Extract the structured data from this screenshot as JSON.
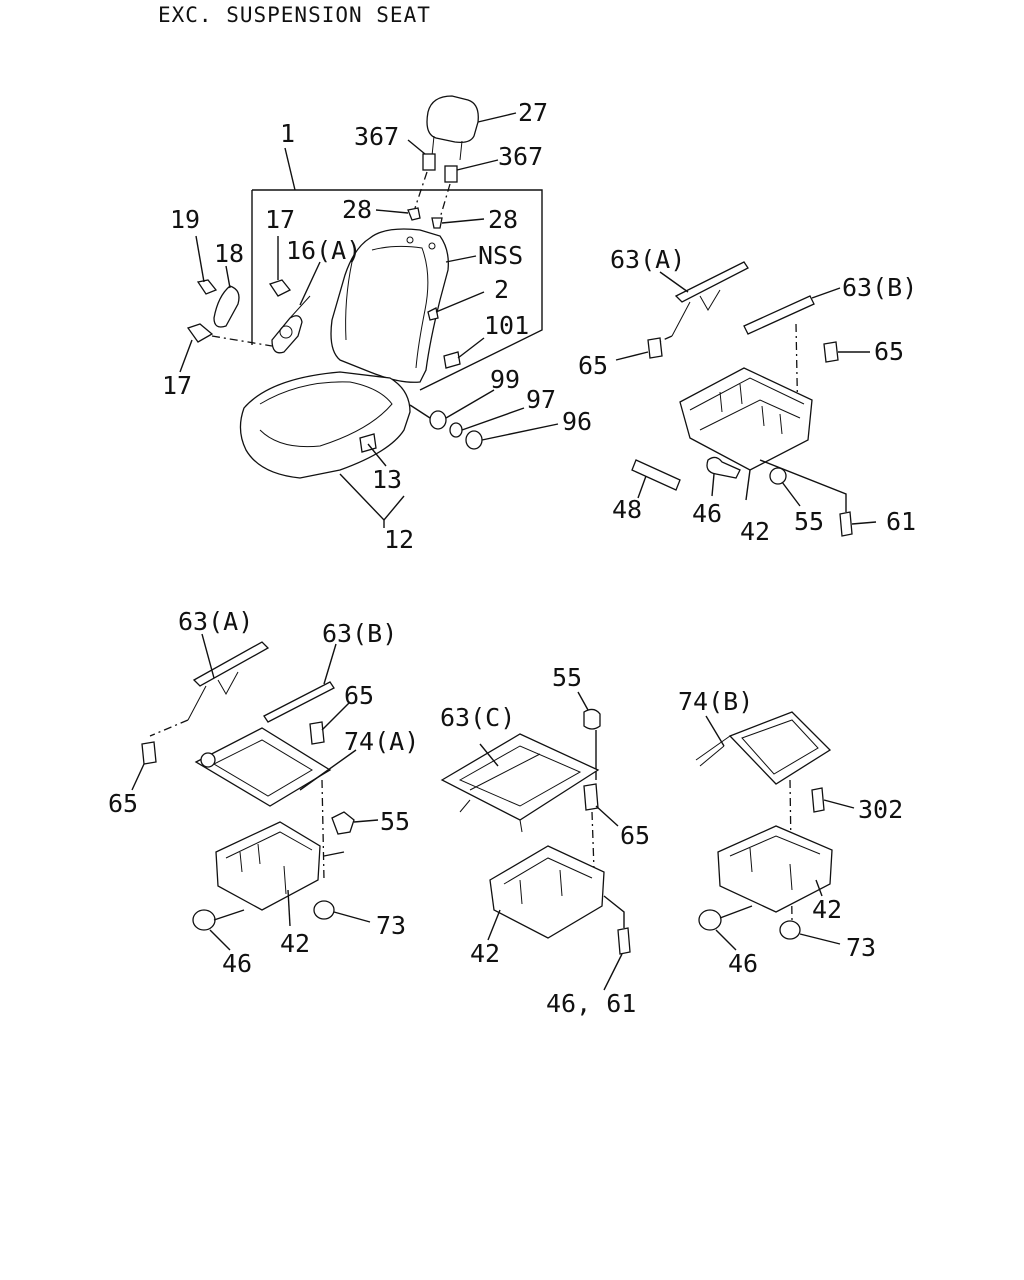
{
  "title": "EXC.  SUSPENSION SEAT",
  "callouts": {
    "c27": "27",
    "c367a": "367",
    "c367b": "367",
    "c1": "1",
    "c28a": "28",
    "c28b": "28",
    "c19": "19",
    "c17a": "17",
    "c16A": "16(A)",
    "c18": "18",
    "cNSS": "NSS",
    "c2": "2",
    "c101": "101",
    "c17b": "17",
    "c99": "99",
    "c97": "97",
    "c96": "96",
    "c13": "13",
    "c12": "12",
    "r63A": "63(A)",
    "r63B": "63(B)",
    "r65a": "65",
    "r65b": "65",
    "r48": "48",
    "r46": "46",
    "r42": "42",
    "r55": "55",
    "r61": "61",
    "l63A": "63(A)",
    "l63B": "63(B)",
    "l65a": "65",
    "l74A": "74(A)",
    "l65b": "65",
    "l55": "55",
    "l46": "46",
    "l42": "42",
    "l73": "73",
    "m55": "55",
    "m63C": "63(C)",
    "m65": "65",
    "m42": "42",
    "m4661": "46, 61",
    "n74B": "74(B)",
    "n302": "302",
    "n42": "42",
    "n46": "46",
    "n73": "73"
  }
}
